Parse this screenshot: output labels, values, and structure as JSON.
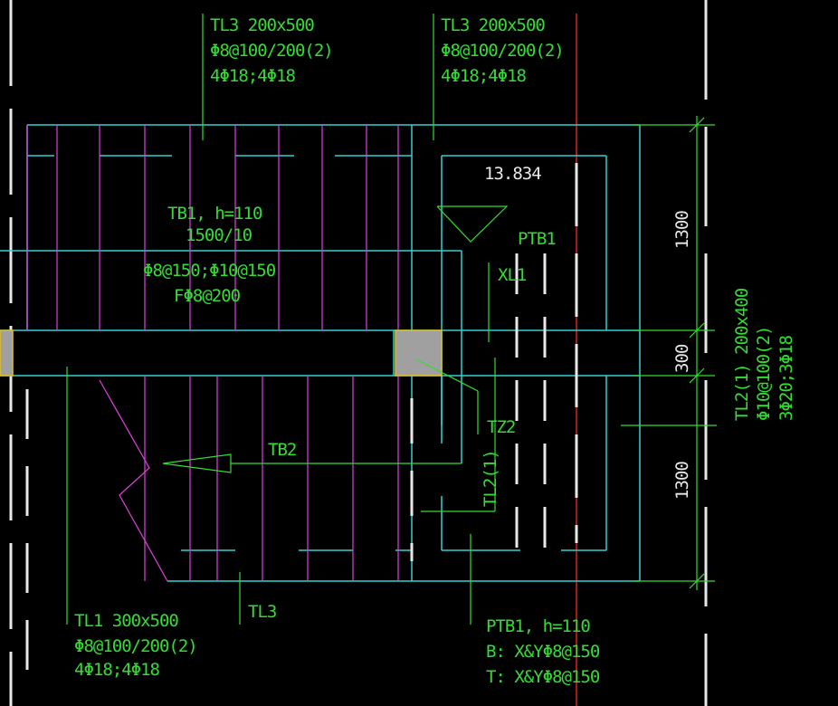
{
  "colors": {
    "background": "#000000",
    "wall": "#33d0d0",
    "rebar": "#e040e0",
    "annotation": "#33dd33",
    "dimension": "#e8e8e8",
    "axis": "#e02020",
    "column": "#a0a0a0",
    "column_edge": "#e0c020"
  },
  "labels": {
    "tl3_left": {
      "l1": "TL3 200x500",
      "l2": "Φ8@100/200(2)",
      "l3": "4Φ18;4Φ18"
    },
    "tl3_right": {
      "l1": "TL3 200x500",
      "l2": "Φ8@100/200(2)",
      "l3": "4Φ18;4Φ18"
    },
    "elevation": "13.834",
    "ptb1_tag": "PTB1",
    "tb1": {
      "l1": "TB1, h=110",
      "l2": "1500/10",
      "l3": "Φ8@150;Φ10@150",
      "l4": "FΦ8@200"
    },
    "xl1": "XL1",
    "tz2": "TZ2",
    "tb2": "TB2",
    "tl2_tag": "TL2(1)",
    "tl3_bottom": "TL3",
    "tl1": {
      "l1": "TL1 300x500",
      "l2": "Φ8@100/200(2)",
      "l3": "4Φ18;4Φ18"
    },
    "ptb1_note": {
      "l1": "PTB1, h=110",
      "l2": "B: X&YΦ8@150",
      "l3": "T: X&YΦ8@150"
    },
    "tl2_note": {
      "l1": "TL2(1) 200x400",
      "l2": "Φ10@100(2)",
      "l3": "3Φ20;3Φ18"
    }
  },
  "dimensions": {
    "top": "1300",
    "middle": "300",
    "bottom": "1300"
  }
}
